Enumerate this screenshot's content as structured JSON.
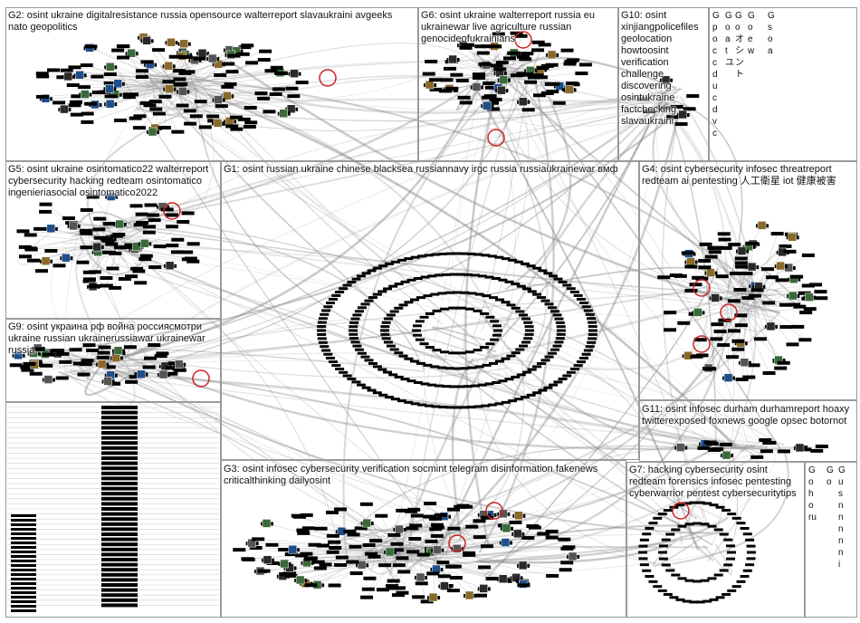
{
  "groups": [
    {
      "id": "G2",
      "label": "G2: osint ukraine digitalresistance russia opensource walterreport slavaukraini avgeeks nato geopolitics"
    },
    {
      "id": "G6",
      "label": "G6: osint ukraine walterreport russia eu ukrainewar live agriculture russian genocideofukrainians"
    },
    {
      "id": "G10",
      "label": "G10: osint xinjiangpolicefiles geolocation howtoosint verification challenge discovering osintukraine factchecking slavaukraini"
    },
    {
      "id": "G5",
      "label": "G5: osint ukraine osintomatico22 walterreport cybersecurity hacking redteam osintomatico ingenieriasocial osintomatico2022"
    },
    {
      "id": "G1",
      "label": "G1: osint russian ukraine chinese blacksea russiannavy irgc russia russiaukrainewar вмф"
    },
    {
      "id": "G4",
      "label": "G4: osint cybersecurity infosec threatreport redteam ai pentesting 人工衛星 iot 健康被害"
    },
    {
      "id": "G9",
      "label": "G9: osint украина рф война россиясмотри ukraine russian ukrainerussiawar ukrainewar russia"
    },
    {
      "id": "G11",
      "label": "G11: osint infosec durham durhamreport hoaxy twitterexposed foxnews google opsec botornot"
    },
    {
      "id": "G3",
      "label": "G3: osint infosec cybersecurity verification socmint telegram disinformation fakenews criticalthinking dailyosint"
    },
    {
      "id": "G7",
      "label": "G7: hacking cybersecurity osint redteam forensics infosec pentesting cyberwarrior pentest cybersecuritytips"
    }
  ],
  "tiny_group_columns": [
    {
      "id": "col-a",
      "glyphs": [
        "G",
        "p",
        "o",
        "c",
        "c",
        "d",
        "u",
        "c",
        "d",
        "v",
        "c"
      ]
    },
    {
      "id": "col-b",
      "glyphs": [
        "G",
        "o",
        "a",
        "t",
        "ユ",
        "",
        "",
        "",
        "",
        ""
      ]
    },
    {
      "id": "col-c",
      "glyphs": [
        "G",
        "o",
        "オ",
        "シ",
        "ン",
        "ト",
        "",
        "",
        ""
      ]
    },
    {
      "id": "col-d",
      "glyphs": [
        "G",
        "o",
        "e",
        "w",
        "",
        "",
        ""
      ]
    },
    {
      "id": "col-e",
      "glyphs": [
        "G",
        "s",
        "o",
        "a",
        "",
        "",
        "",
        "",
        ""
      ]
    },
    {
      "id": "col-f",
      "glyphs": [
        "G",
        "o",
        "h",
        "o",
        "ru"
      ]
    },
    {
      "id": "col-g",
      "glyphs": [
        "G",
        "o",
        "",
        ""
      ]
    },
    {
      "id": "col-h",
      "glyphs": [
        "G",
        "u",
        "s",
        "n",
        "n",
        "n",
        "n",
        "n",
        "i"
      ]
    }
  ],
  "colors": {
    "edge": "#8c8c8c",
    "box_border": "#9a9a9a",
    "highlight_ring": "#cc2222",
    "node_label_bg": "#ffffff",
    "label_text": "#111111"
  }
}
